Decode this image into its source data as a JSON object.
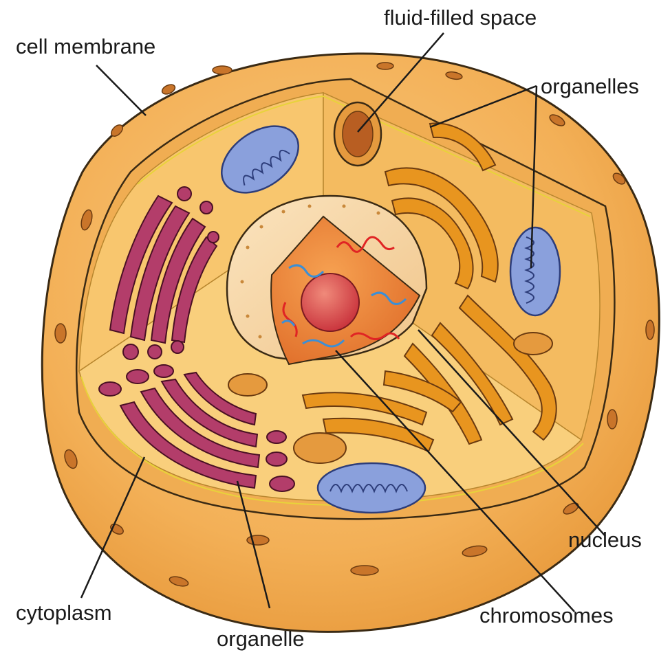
{
  "labels": {
    "cell_membrane": "cell membrane",
    "fluid_filled_space": "fluid-filled space",
    "organelles": "organelles",
    "nucleus": "nucleus",
    "chromosomes": "chromosomes",
    "cytoplasm": "cytoplasm",
    "organelle": "organelle"
  },
  "colors": {
    "membrane_outer": "#f3b057",
    "membrane_rim": "#f7c577",
    "cytoplasm": "#f8c66e",
    "cut_face": "#f1b660",
    "nucleus_envelope": "#f6d6a5",
    "nucleoplasm": "#ee8a3a",
    "nucleolus": "#d9443f",
    "chromosome_red": "#e02424",
    "chromosome_blue": "#3b8fd6",
    "mitochondrion": "#7f95d6",
    "golgi_purple": "#a8315f",
    "er_orange": "#e2901f",
    "leader_line": "#1a1a1a"
  }
}
